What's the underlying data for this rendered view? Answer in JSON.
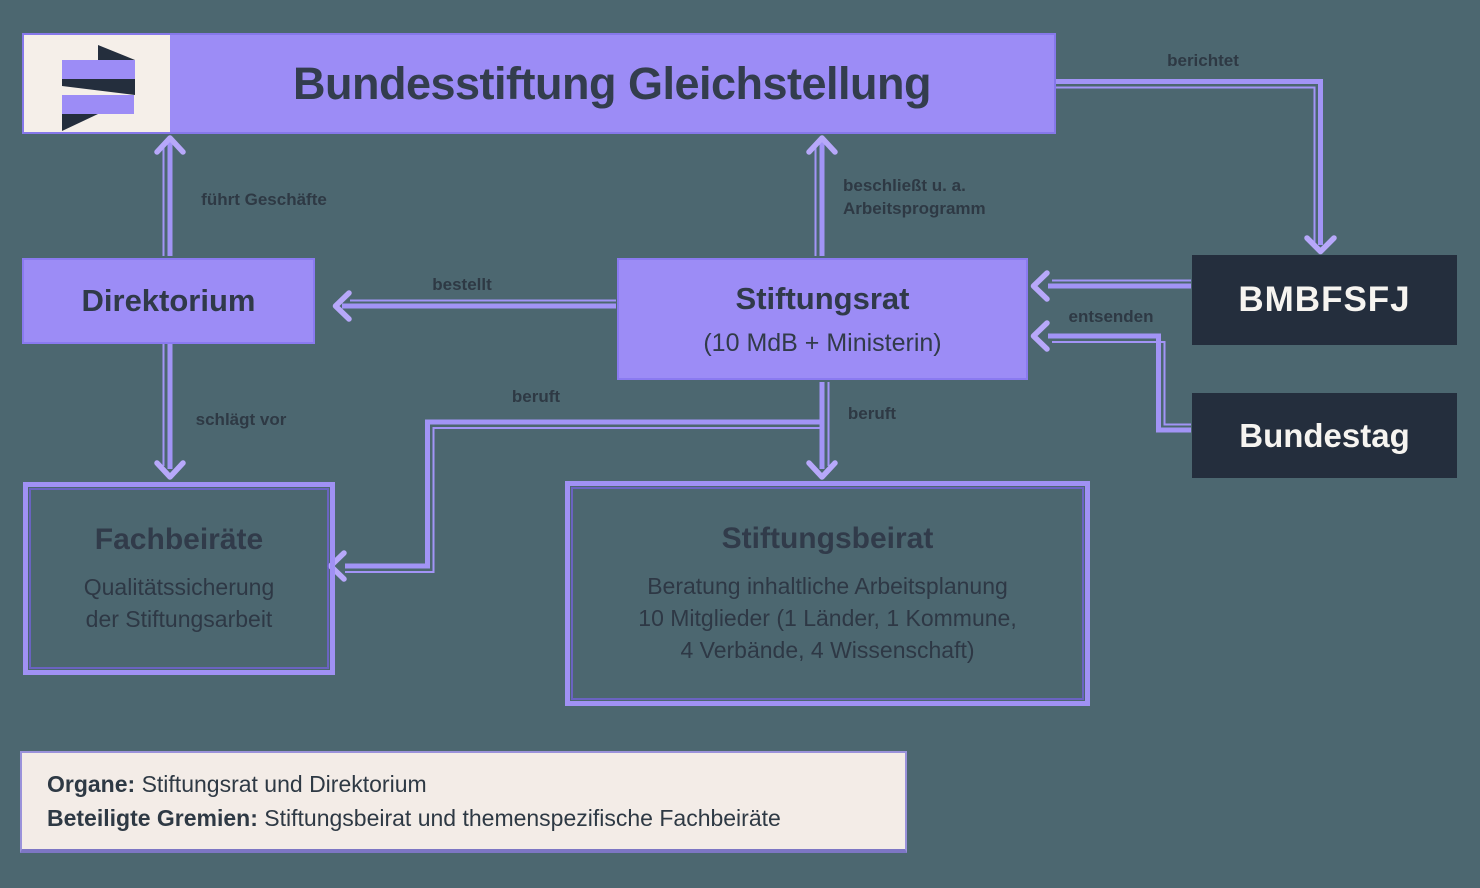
{
  "palette": {
    "background": "#4c6770",
    "purple_fill": "#9c8cf6",
    "purple_line": "#a294f6",
    "arrowhead": "#b7a8fa",
    "dark_navy": "#242e3d",
    "cream": "#f5efe9",
    "text_navy": "#2e3944"
  },
  "header": {
    "title": "Bundesstiftung Gleichstellung",
    "logo": "ribbon-logo"
  },
  "nodes": {
    "direktorium": {
      "label": "Direktorium"
    },
    "stiftungsrat": {
      "label": "Stiftungsrat",
      "sublabel": "(10 MdB + Ministerin)"
    },
    "bmbfsfj": {
      "label": "BMBFSFJ"
    },
    "bundestag": {
      "label": "Bundestag"
    },
    "fachbeiraete": {
      "label": "Fachbeiräte",
      "lines": [
        "Qualitätssicherung",
        "der Stiftungsarbeit"
      ]
    },
    "stiftungsbeirat": {
      "label": "Stiftungsbeirat",
      "lines": [
        "Beratung inhaltliche Arbeitsplanung",
        "10 Mitglieder (1 Länder, 1 Kommune,",
        "4 Verbände, 4 Wissenschaft)"
      ]
    }
  },
  "edges": {
    "fuehrt_geschaefte": {
      "label": "führt Geschäfte"
    },
    "beschliesst": {
      "lines": [
        "beschließt u. a.",
        "Arbeitsprogramm"
      ]
    },
    "berichtet": {
      "label": "berichtet"
    },
    "bestellt": {
      "label": "bestellt"
    },
    "entsenden": {
      "label": "entsenden"
    },
    "schlaegt_vor": {
      "label": "schlägt vor"
    },
    "beruft_fachbeiraete": {
      "label": "beruft"
    },
    "beruft_stiftungsbeirat": {
      "label": "beruft"
    }
  },
  "footer": {
    "line1": {
      "bold": "Organe:",
      "rest": "Stiftungsrat und Direktorium"
    },
    "line2": {
      "bold": "Beteiligte Gremien:",
      "rest": "Stiftungsbeirat und themenspezifische Fachbeiräte"
    }
  }
}
